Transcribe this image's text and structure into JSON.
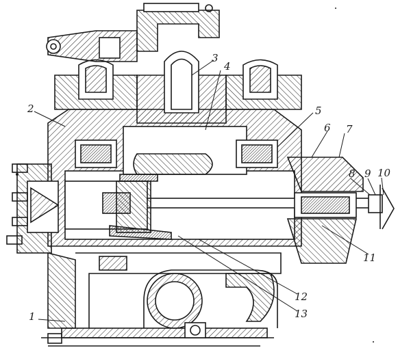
{
  "figure": {
    "callouts": [
      {
        "id": "c1",
        "text": "1"
      },
      {
        "id": "c2",
        "text": "2"
      },
      {
        "id": "c3",
        "text": "3"
      },
      {
        "id": "c4",
        "text": "4"
      },
      {
        "id": "c5",
        "text": "5"
      },
      {
        "id": "c6",
        "text": "6"
      },
      {
        "id": "c7",
        "text": "7"
      },
      {
        "id": "c8",
        "text": "8"
      },
      {
        "id": "c9",
        "text": "9"
      },
      {
        "id": "c10",
        "text": "10"
      },
      {
        "id": "c11",
        "text": "11"
      },
      {
        "id": "c12",
        "text": "12"
      },
      {
        "id": "c13",
        "text": "13"
      }
    ],
    "colors": {
      "ink": "#1a1a1a",
      "paper": "#ffffff"
    }
  }
}
